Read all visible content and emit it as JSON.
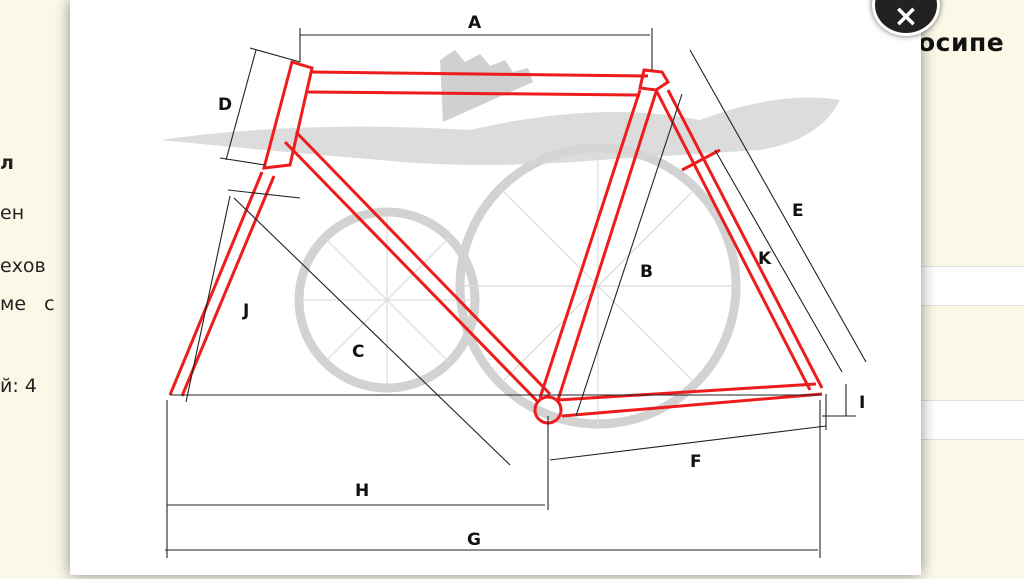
{
  "background_page": {
    "heading_fragment": "осипе",
    "text_fragments": [
      "л",
      "ен",
      "ехов",
      "ме   с",
      "й: 4"
    ]
  },
  "modal": {
    "close_label": "×",
    "diagram": {
      "labels": {
        "A": "A",
        "B": "B",
        "C": "C",
        "D": "D",
        "E": "E",
        "F": "F",
        "G": "G",
        "H": "H",
        "I": "I",
        "J": "J",
        "K": "K"
      },
      "frame_color": "#ee1c1c",
      "bike_silhouette_color": "#cfcfcf"
    }
  }
}
